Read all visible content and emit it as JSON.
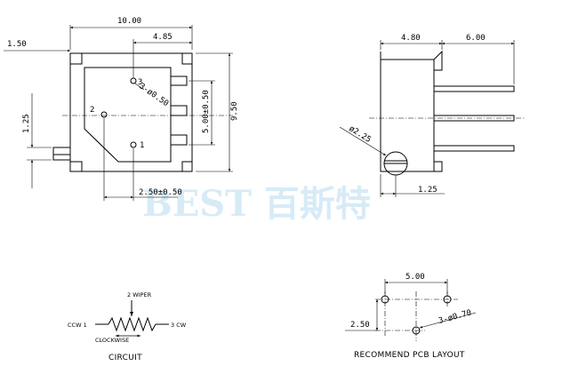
{
  "watermark": {
    "text": "BEST 百斯特"
  },
  "front_view": {
    "dim_width": "10.00",
    "dim_offset": "4.85",
    "dim_side": "1.50",
    "dim_height": "9.50",
    "dim_pitch": "5.00±0.50",
    "dim_pin": "1.25",
    "dim_bottom": "2.50±0.50",
    "holes": "3-ø0.50",
    "pin_1": "1",
    "pin_2": "2",
    "pin_3": "3"
  },
  "side_view": {
    "dim_body": "4.80",
    "dim_leads": "6.00",
    "dim_knob": "ø2.25",
    "dim_offset": "1.25"
  },
  "circuit": {
    "title": "CIRCUIT",
    "wiper": "2 WIPER",
    "ccw": "CCW  1",
    "cw": "3  CW",
    "clockwise": "CLOCKWISE"
  },
  "pcb_layout": {
    "title": "RECOMMEND PCB LAYOUT",
    "dim_spacing": "5.00",
    "dim_offset": "2.50",
    "holes": "3-ø0.70"
  }
}
